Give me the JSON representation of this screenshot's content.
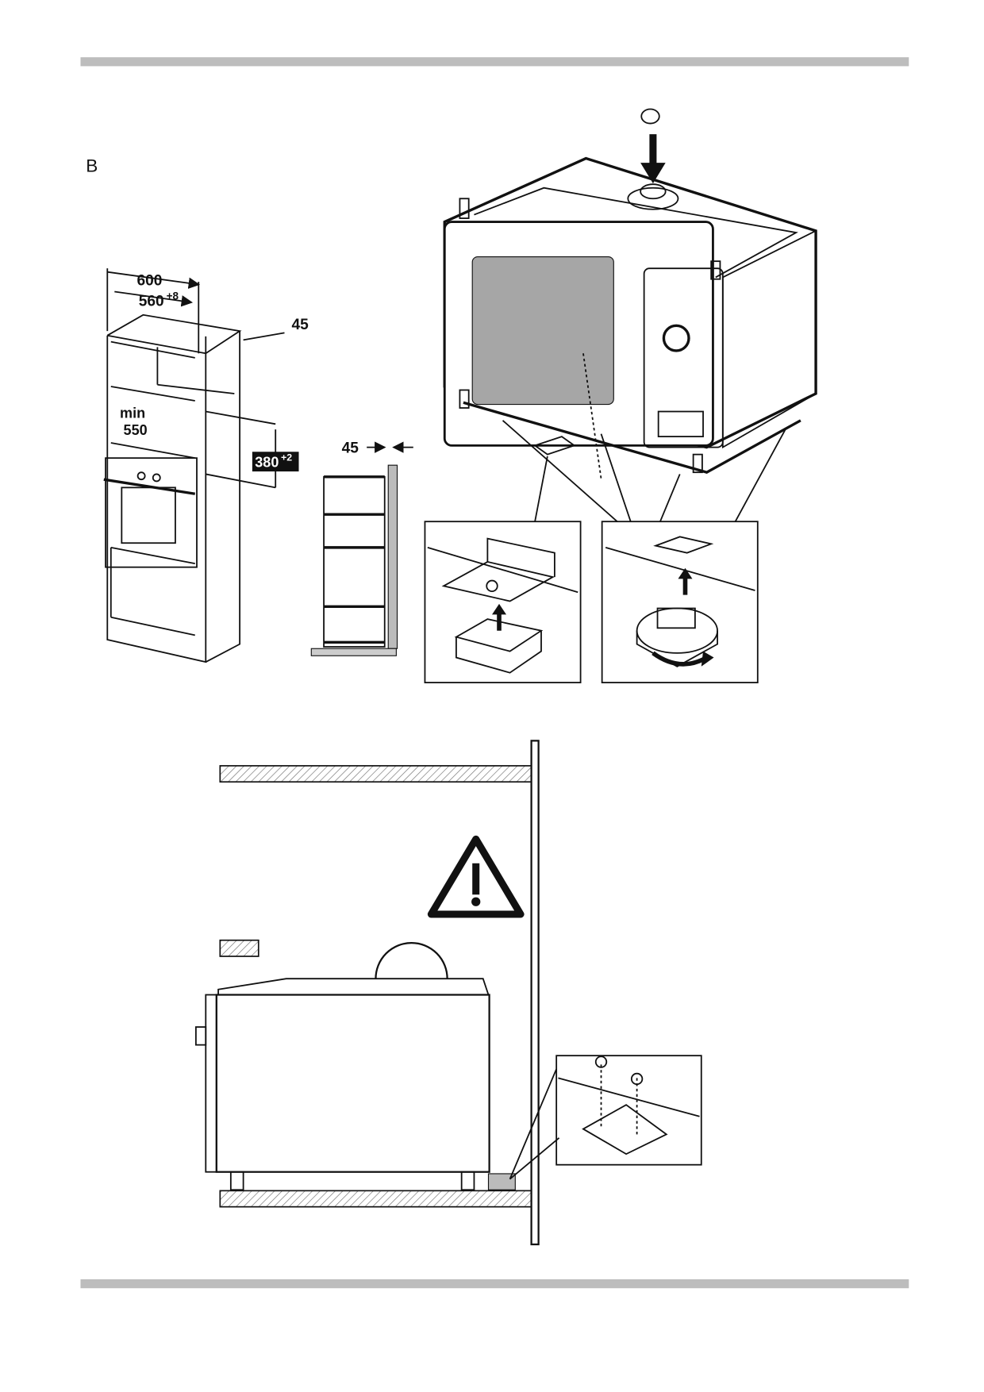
{
  "figure_label": "B",
  "dimensions": {
    "width_outer": "600",
    "width_inner": "560",
    "width_inner_tolerance": "+8",
    "depth_gap_top": "45",
    "min_label": "min",
    "min_depth": "550",
    "height_opening": "380",
    "height_tolerance": "+2",
    "side_gap": "45"
  },
  "colors": {
    "rule": "#bdbdbd",
    "window": "#a6a6a6",
    "ink": "#111111"
  }
}
